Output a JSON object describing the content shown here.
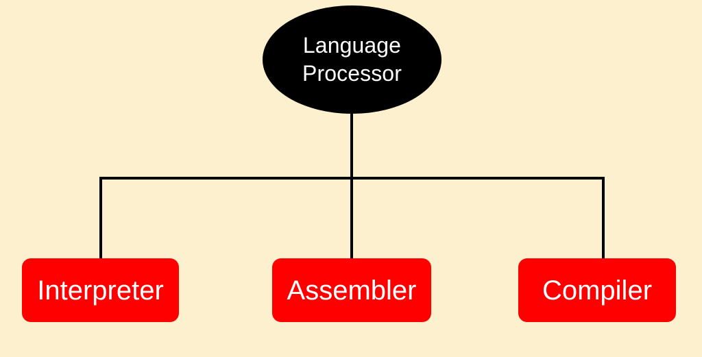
{
  "diagram": {
    "title": "Language Processor",
    "background_color": "#FDF0CE",
    "root": {
      "id": "language-processor",
      "shape": "ellipse",
      "label_lines": [
        "Language",
        "Processor"
      ],
      "label": "Language Processor",
      "fill_color": "#000000",
      "text_color": "#FFFFFF"
    },
    "children": [
      {
        "id": "interpreter",
        "shape": "rounded-rectangle",
        "label": "Interpreter",
        "fill_color": "#FF0000",
        "text_color": "#FFFFFF"
      },
      {
        "id": "assembler",
        "shape": "rounded-rectangle",
        "label": "Assembler",
        "fill_color": "#FF0000",
        "text_color": "#FFFFFF"
      },
      {
        "id": "compiler",
        "shape": "rounded-rectangle",
        "label": "Compiler",
        "fill_color": "#FF0000",
        "text_color": "#FFFFFF"
      }
    ],
    "connector_color": "#000000"
  }
}
